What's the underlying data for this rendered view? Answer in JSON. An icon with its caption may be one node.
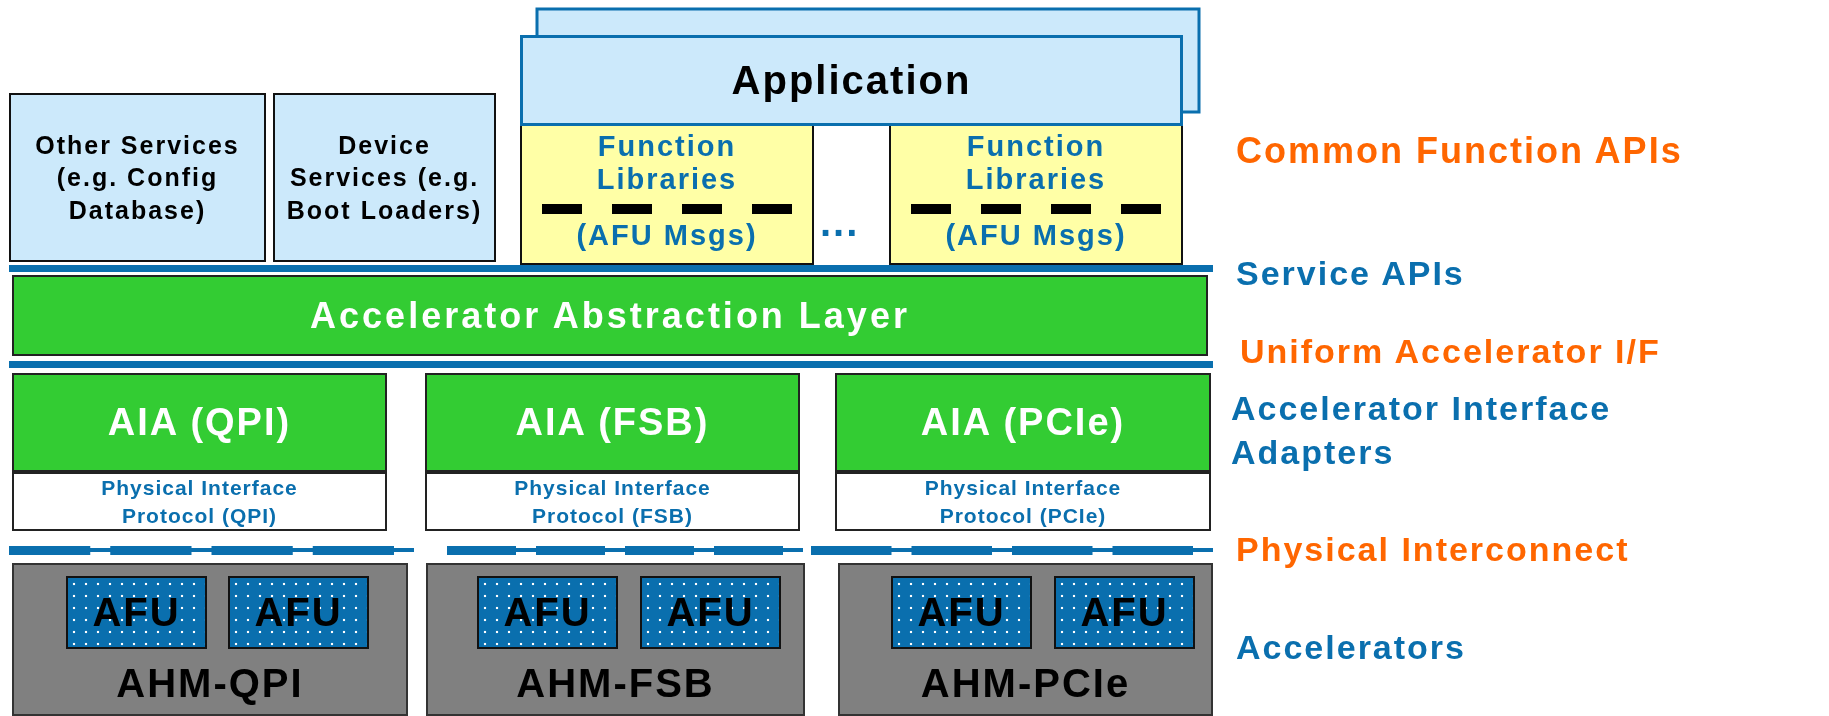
{
  "diagram": {
    "nodes": [
      {
        "text": [
          "Application"
        ]
      },
      {
        "text": [
          "Other Services (e.g. Config Database)"
        ]
      },
      {
        "text": [
          "Device Services (e.g. Boot Loaders)"
        ]
      },
      {
        "text": [
          "Function Libraries",
          "(AFU Msgs)"
        ]
      },
      {
        "text": [
          "Function Libraries",
          "(AFU Msgs)"
        ]
      },
      {
        "text": [
          "Accelerator Abstraction Layer"
        ]
      },
      {
        "text": [
          "AIA (QPI)"
        ]
      },
      {
        "text": [
          "Physical Interface Protocol (QPI)"
        ]
      },
      {
        "text": [
          "AIA (FSB)"
        ]
      },
      {
        "text": [
          "Physical Interface Protocol (FSB)"
        ]
      },
      {
        "text": [
          "AIA (PCIe)"
        ]
      },
      {
        "text": [
          "Physical Interface Protocol (PCIe)"
        ]
      },
      {
        "text": [
          "AHM-QPI"
        ]
      },
      {
        "text": [
          "AFU"
        ],
        "in": 12
      },
      {
        "text": [
          "AFU"
        ],
        "in": 12
      },
      {
        "text": [
          "AHM-FSB"
        ]
      },
      {
        "text": [
          "AFU"
        ],
        "in": 15
      },
      {
        "text": [
          "AFU"
        ],
        "in": 15
      },
      {
        "text": [
          "AHM-PCIe"
        ]
      },
      {
        "text": [
          "AFU"
        ],
        "in": 18
      },
      {
        "text": [
          "AFU"
        ],
        "in": 18
      }
    ],
    "labels": [
      "...",
      "Common Function APIs",
      "Service APIs",
      "Uniform Accelerator I/F",
      "Accelerator Interface Adapters",
      "Physical Interconnect",
      "Accelerators"
    ]
  }
}
